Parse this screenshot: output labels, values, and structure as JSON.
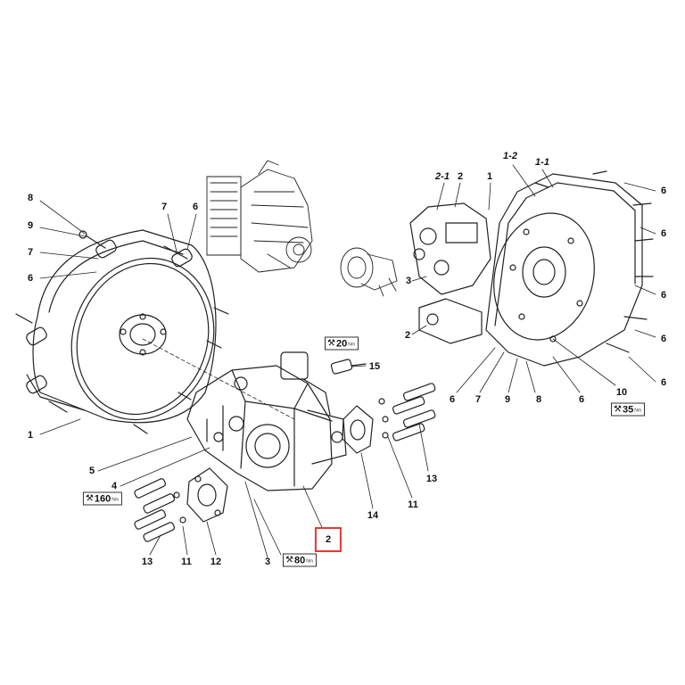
{
  "callouts": [
    "8",
    "9",
    "7",
    "6",
    "7",
    "6",
    "1",
    "5",
    "4",
    "13",
    "11",
    "12",
    "3",
    "2",
    "15",
    "14",
    "11",
    "13",
    "2-1",
    "2",
    "1",
    "1-2",
    "1-1",
    "6",
    "6",
    "6",
    "6",
    "6",
    "3",
    "2",
    "6",
    "7",
    "9",
    "8",
    "6",
    "10"
  ],
  "selected_callout": "2",
  "torques": [
    {
      "value": "20",
      "unit": "Nm"
    },
    {
      "value": "160",
      "unit": "Nm"
    },
    {
      "value": "80",
      "unit": "Nm"
    },
    {
      "value": "35",
      "unit": "Nm"
    }
  ],
  "icons": {
    "torque": "wrench-hammer-icon"
  },
  "colors": {
    "selected_outline": "#e53935",
    "line_art": "#222222"
  }
}
